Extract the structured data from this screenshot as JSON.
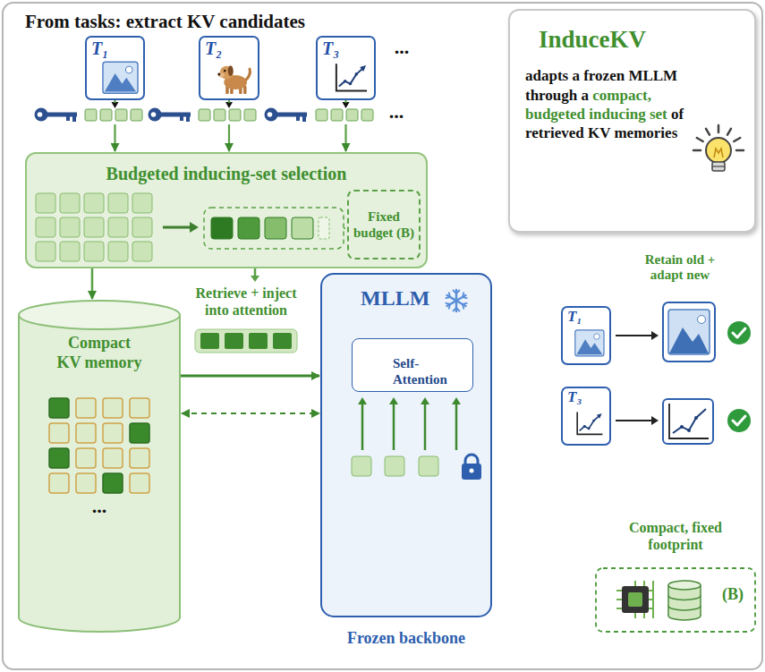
{
  "diagram": {
    "title": "From tasks: extract KV candidates",
    "nodes": [
      {
        "text": [
          "T₁"
        ]
      },
      {
        "text": [
          "T₂"
        ]
      },
      {
        "text": [
          "T₃"
        ]
      },
      {
        "text": [
          "InduceKV",
          "adapts a frozen MLLM through a compact, budgeted inducing set of retrieved KV memories"
        ]
      },
      {
        "text": [
          "Budgeted inducing-set selection"
        ]
      },
      {
        "text": [
          "Fixed budget (B)"
        ],
        "in": 4
      },
      {
        "text": [
          "T₁"
        ]
      },
      {
        "text": [
          "T₃"
        ]
      },
      {
        "text": [
          "Compact KV memory"
        ]
      },
      {
        "text": [
          "MLLM",
          "Frozen backbone"
        ]
      },
      {
        "text": [
          "Self-Attention"
        ],
        "in": 9
      },
      {
        "text": [
          "Compact, fixed footprint",
          "(B)"
        ]
      }
    ],
    "edges": [
      {
        "from": 0,
        "to": 4,
        "arrow": "to"
      },
      {
        "from": 1,
        "to": 4,
        "arrow": "to"
      },
      {
        "from": 2,
        "to": 4,
        "arrow": "to"
      },
      {
        "from": 4,
        "to": 8,
        "arrow": "to"
      },
      {
        "from": 8,
        "to": 9,
        "arrow": "to",
        "label": "Retrieve + inject into attention"
      },
      {
        "from": 8,
        "to": 9,
        "arrow": "both"
      }
    ],
    "labels": [
      "...",
      "...",
      "Retain old + adapt new",
      "..."
    ]
  }
}
